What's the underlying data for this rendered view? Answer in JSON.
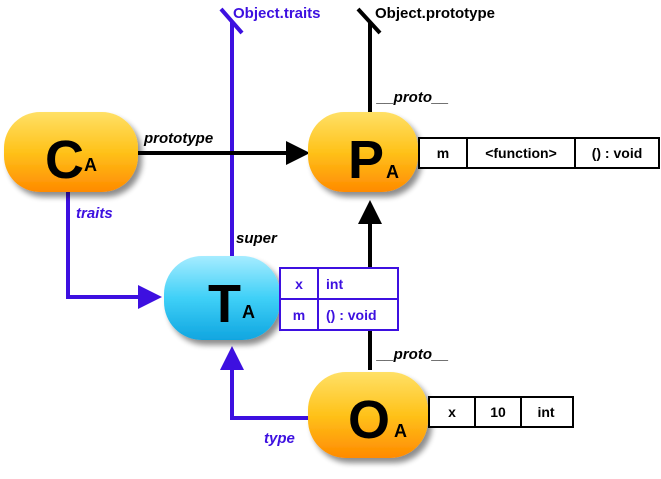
{
  "colors": {
    "black_edge": "#000000",
    "blue_edge": "#3d10e0",
    "orange_node": "#ffb300",
    "cyan_node": "#33ccf5"
  },
  "labels": {
    "object_traits": "Object.traits",
    "object_prototype": "Object.prototype",
    "proto_top": "__proto__",
    "proto_bottom": "__proto__",
    "prototype": "prototype",
    "traits": "traits",
    "super": "super",
    "type": "type"
  },
  "nodes": {
    "c": {
      "letter": "C",
      "sub": "A"
    },
    "p": {
      "letter": "P",
      "sub": "A"
    },
    "t": {
      "letter": "T",
      "sub": "A"
    },
    "o": {
      "letter": "O",
      "sub": "A"
    }
  },
  "tables": {
    "p": {
      "rows": [
        [
          "m",
          "<function>",
          "() : void"
        ]
      ]
    },
    "t": {
      "rows": [
        [
          "x",
          "int"
        ],
        [
          "m",
          "() : void"
        ]
      ]
    },
    "o": {
      "rows": [
        [
          "x",
          "10",
          "int"
        ]
      ]
    }
  }
}
